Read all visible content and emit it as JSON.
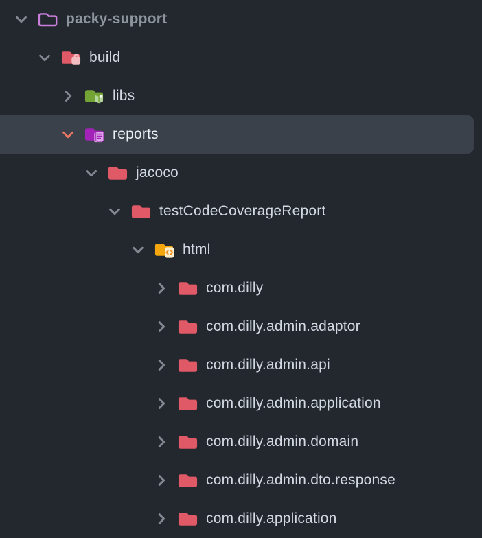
{
  "colors": {
    "background": "#23272e",
    "selection_background": "#3a414b",
    "label_text": "#d2d9e2",
    "root_label_text": "#8d949c",
    "selected_label_text": "#eef2f6",
    "chevron_grey": "#828993",
    "chevron_orange": "#e97563",
    "folder_red": "#df5967",
    "badge_pink": "#f3bcc1",
    "folder_green": "#74a436",
    "badge_light_green": "#b5d69c",
    "badge_dot_white": "#ffffff",
    "folder_purple": "#a322b8",
    "badge_light_purple": "#dca7e6",
    "folder_yellow": "#f6a70d",
    "badge_cream": "#fdedc9",
    "badge_orange_glyph": "#ee9023",
    "folder_outline_purple": "#c77fd9"
  },
  "tree": {
    "rows": [
      {
        "label": "packy-support",
        "level": 0,
        "state": "expanded",
        "icon": "project-folder-purple-outline",
        "selected": false,
        "emphasis": "root"
      },
      {
        "label": "build",
        "level": 1,
        "state": "expanded",
        "icon": "build-folder-red-briefcase",
        "selected": false
      },
      {
        "label": "libs",
        "level": 2,
        "state": "collapsed",
        "icon": "libs-folder-green",
        "selected": false
      },
      {
        "label": "reports",
        "level": 2,
        "state": "expanded",
        "icon": "reports-folder-purple-doc",
        "selected": true
      },
      {
        "label": "jacoco",
        "level": 3,
        "state": "expanded",
        "icon": "folder-red",
        "selected": false
      },
      {
        "label": "testCodeCoverageReport",
        "level": 4,
        "state": "expanded",
        "icon": "folder-red",
        "selected": false
      },
      {
        "label": "html",
        "level": 5,
        "state": "expanded",
        "icon": "html-folder-yellow-code",
        "selected": false
      },
      {
        "label": "com.dilly",
        "level": 6,
        "state": "collapsed",
        "icon": "folder-red",
        "selected": false
      },
      {
        "label": "com.dilly.admin.adaptor",
        "level": 6,
        "state": "collapsed",
        "icon": "folder-red",
        "selected": false
      },
      {
        "label": "com.dilly.admin.api",
        "level": 6,
        "state": "collapsed",
        "icon": "folder-red",
        "selected": false
      },
      {
        "label": "com.dilly.admin.application",
        "level": 6,
        "state": "collapsed",
        "icon": "folder-red",
        "selected": false
      },
      {
        "label": "com.dilly.admin.domain",
        "level": 6,
        "state": "collapsed",
        "icon": "folder-red",
        "selected": false
      },
      {
        "label": "com.dilly.admin.dto.response",
        "level": 6,
        "state": "collapsed",
        "icon": "folder-red",
        "selected": false
      },
      {
        "label": "com.dilly.application",
        "level": 6,
        "state": "collapsed",
        "icon": "folder-red",
        "selected": false
      }
    ]
  }
}
